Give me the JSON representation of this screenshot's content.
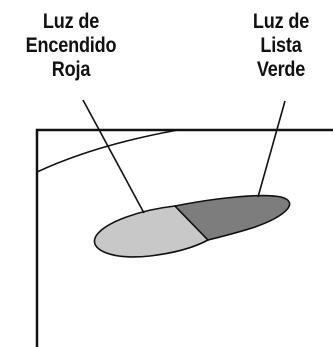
{
  "labels": {
    "red_power_light": [
      "Luz de",
      "Encendido",
      "Roja"
    ],
    "green_ready_light": [
      "Luz de",
      "Lista",
      "Verde"
    ]
  },
  "colors": {
    "ink": "#111111",
    "red_light_fill": "#c8c8c8",
    "green_light_fill": "#7d7d7d",
    "background": "#ffffff"
  }
}
